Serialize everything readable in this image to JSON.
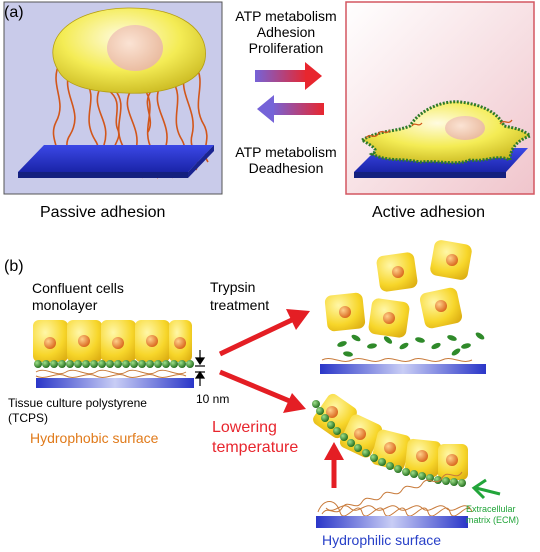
{
  "panel_a": {
    "label": "(a)",
    "forward_lines": [
      "ATP metabolism",
      "Adhesion",
      "Proliferation"
    ],
    "reverse_lines": [
      "ATP metabolism",
      "Deadhesion"
    ],
    "passive_caption": "Passive adhesion",
    "active_caption": "Active adhesion",
    "colors": {
      "passive_bg": "#c9cbea",
      "active_bg": "#f3d3d8",
      "substrate": "#2d3bd8",
      "cell": "#f2e84a",
      "chains": "#d2561a",
      "arrow_forward_end": "#e8262e",
      "arrow_reverse_end": "#7563d8"
    }
  },
  "panel_b": {
    "label": "(b)",
    "confluent_lines": [
      "Confluent cells",
      "monolayer"
    ],
    "gap_label": "10 nm",
    "tcps_lines": [
      "Tissue culture polystyrene",
      "(TCPS)"
    ],
    "hydrophobic": "Hydrophobic surface",
    "trypsin_lines": [
      "Trypsin",
      "treatment"
    ],
    "lowering_lines": [
      "Lowering",
      "temperature"
    ],
    "ecm_lines": [
      "Extracellular",
      "matrix (ECM)"
    ],
    "hydrophilic": "Hydrophilic surface",
    "colors": {
      "hydrophobic_text": "#e07a1a",
      "lowering_text": "#e8262e",
      "ecm_text": "#22a53a",
      "hydrophilic_text": "#2840c8",
      "arrow": "#e41e24"
    }
  }
}
